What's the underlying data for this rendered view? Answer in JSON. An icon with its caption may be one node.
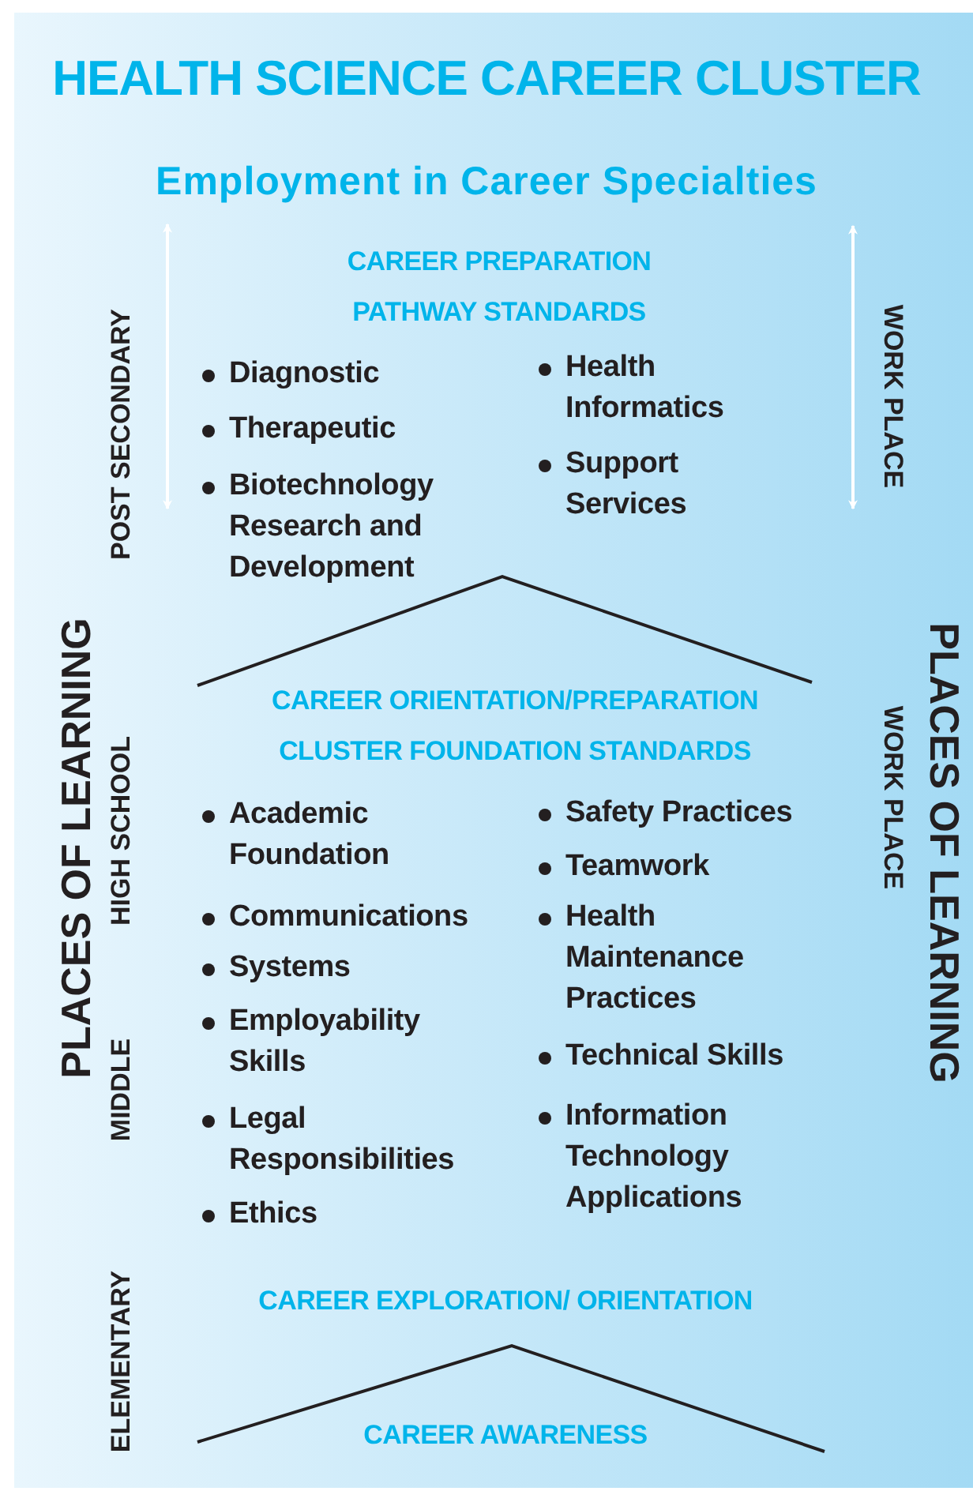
{
  "diagram": {
    "title": "HEALTH SCIENCE CAREER CLUSTER",
    "labels": [
      "Employment in Career Specialties",
      "POST SECONDARY",
      "CAREER PREPARATION PATHWAY STANDARDS",
      "WORK PLACE",
      "Diagnostic",
      "Health Informatics",
      "Therapeutic",
      "Support Services",
      "Biotechnology Research and Development",
      "PLACES OF LEARNING",
      "HIGH SCHOOL",
      "CAREER ORIENTATION/PREPARATION CLUSTER FOUNDATION STANDARDS",
      "PLACES OF LEARNING",
      "WORK PLACE",
      "Academic Foundation",
      "Safety Practices",
      "Teamwork",
      "Communications",
      "Health Maintenance Practices",
      "Systems",
      "Employability Skills",
      "Technical Skills",
      "Legal Responsibilities",
      "Information Technology Applications",
      "Ethics",
      "MIDDLE",
      "ELEMENTARY",
      "CAREER EXPLORATION/ ORIENTATION",
      "CAREER AWARENESS"
    ]
  }
}
